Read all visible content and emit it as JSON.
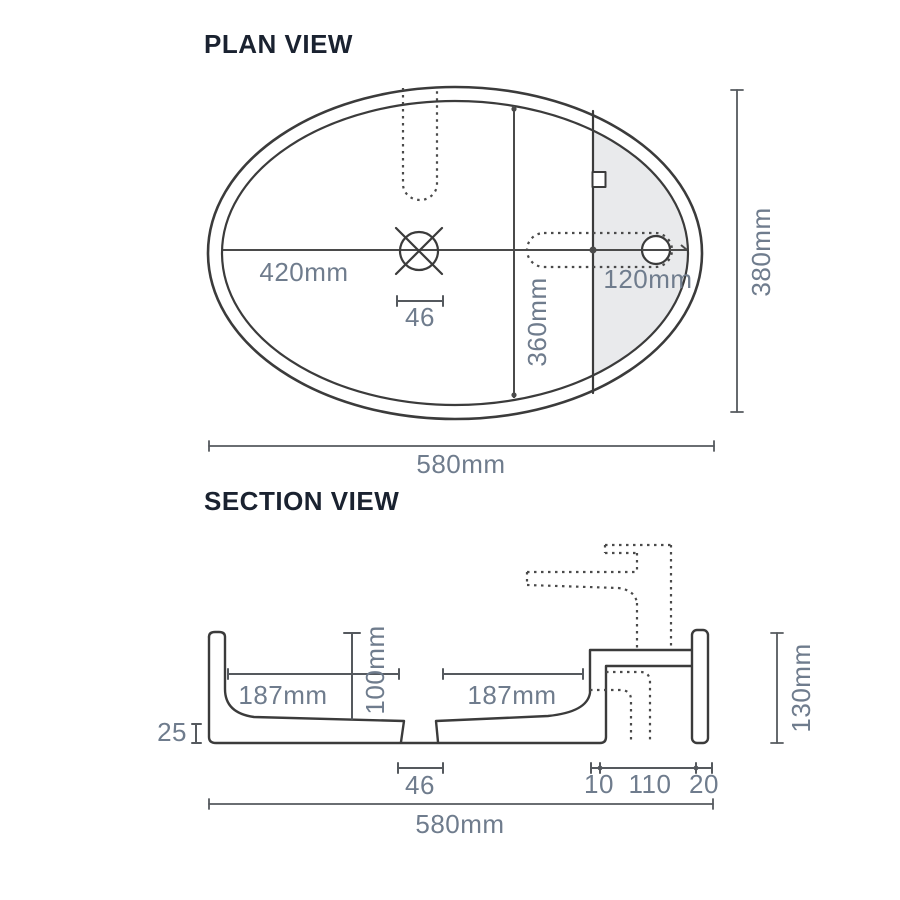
{
  "colors": {
    "line": "#3b3b3b",
    "line_light": "#4a4a4a",
    "dim_line": "#55595e",
    "dim_text": "#6f7c8d",
    "title_text": "#1a2230",
    "shade": "#e9eaec"
  },
  "plan": {
    "title": "PLAN VIEW",
    "inner_width": "420mm",
    "bowl_length": "360mm",
    "deck_width": "120mm",
    "drain_width": "46",
    "overall_width": "580mm",
    "overall_depth": "380mm"
  },
  "section": {
    "title": "SECTION VIEW",
    "left_half_width": "187mm",
    "right_half_width": "187mm",
    "bowl_depth": "100mm",
    "base_thickness": "25",
    "drain_width": "46",
    "deck_offset": "10",
    "deck_span": "110",
    "wall_thickness": "20",
    "overall_width": "580mm",
    "deck_height": "130mm"
  }
}
